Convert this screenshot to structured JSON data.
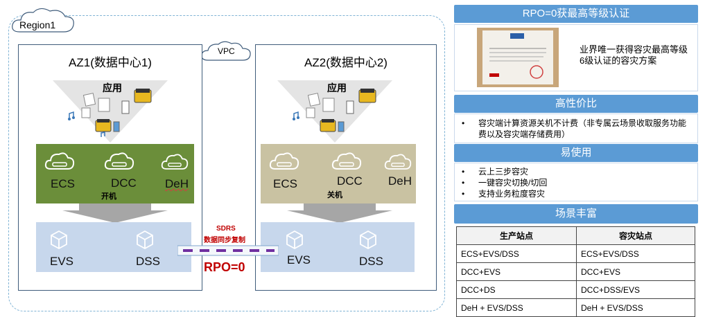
{
  "region": {
    "label": "Region1"
  },
  "vpc": {
    "label": "VPC"
  },
  "az1": {
    "title": "AZ1(数据中心1)",
    "app_label": "应用",
    "compute": {
      "ecs": "ECS",
      "dcc": "DCC",
      "deh": "DeH",
      "status": "开机"
    },
    "storage": {
      "evs": "EVS",
      "dss": "DSS"
    }
  },
  "az2": {
    "title": "AZ2(数据中心2)",
    "app_label": "应用",
    "compute": {
      "ecs": "ECS",
      "dcc": "DCC",
      "deh": "DeH",
      "status": "关机"
    },
    "storage": {
      "evs": "EVS",
      "dss": "DSS"
    }
  },
  "replication": {
    "line1": "SDRS",
    "line2": "数据同步复制",
    "rpo": "RPO=0"
  },
  "cert": {
    "header": "RPO=0获最高等级认证",
    "text": "业界唯一获得容灾最高等级6级认证的容灾方案"
  },
  "cost": {
    "header": "高性价比",
    "bullets": [
      "容灾端计算资源关机不计费（非专属云场景收取服务功能费以及容灾端存储费用）"
    ]
  },
  "ease": {
    "header": "易使用",
    "bullets": [
      "云上三步容灾",
      "一键容灾切换/切回",
      "支持业务粒度容灾"
    ]
  },
  "scenarios": {
    "header": "场景丰富",
    "columns": [
      "生产站点",
      "容灾站点"
    ],
    "rows": [
      [
        "ECS+EVS/DSS",
        "ECS+EVS/DSS"
      ],
      [
        "DCC+EVS",
        "DCC+EVS"
      ],
      [
        "DCC+DS",
        "DCC+DSS/EVS"
      ],
      [
        "DeH + EVS/DSS",
        "DeH + EVS/DSS"
      ]
    ]
  },
  "colors": {
    "az1_compute": "#6b8e3a",
    "az2_compute": "#c9c2a2",
    "storage": "#c7d7ec",
    "header": "#5b9bd5",
    "accent_red": "#c00000",
    "replication_dash": "#7030a0"
  }
}
